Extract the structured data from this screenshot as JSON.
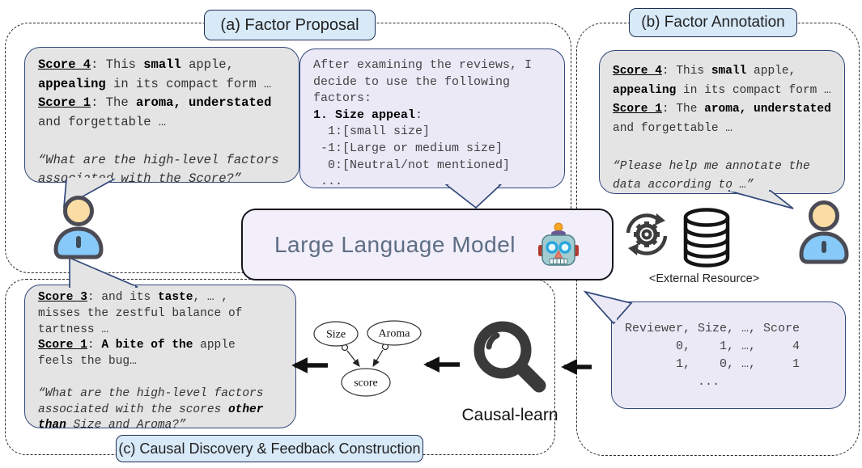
{
  "sections": {
    "a": {
      "label": "(a) Factor Proposal"
    },
    "b": {
      "label": "(b) Factor Annotation"
    },
    "c": {
      "label": "(c) Causal Discovery & Feedback Construction"
    }
  },
  "llm": {
    "title": "Large Language Model",
    "icon": "robot-emoji"
  },
  "external_resource": {
    "label": "<External Resource>",
    "icons": [
      "sync-gear-icon",
      "database-icon"
    ]
  },
  "causal_learn": {
    "label": "Causal-learn",
    "icon": "magnifier-icon"
  },
  "causal_graph": {
    "nodes": [
      "Size",
      "Aroma",
      "score"
    ],
    "edges": [
      {
        "from": "Size",
        "to": "score",
        "type": "circle-tail-arrow"
      },
      {
        "from": "Aroma",
        "to": "score",
        "type": "circle-tail-arrow"
      }
    ]
  },
  "bubbles": {
    "proposal_examples": {
      "speaker": "user",
      "lines": [
        [
          {
            "t": "Score 4",
            "b": 1,
            "u": 1
          },
          {
            "t": ": This "
          },
          {
            "t": "small",
            "b": 1
          },
          {
            "t": " apple,"
          }
        ],
        [
          {
            "t": "appealing",
            "b": 1
          },
          {
            "t": " in its compact form …"
          }
        ],
        [
          {
            "t": "Score 1",
            "b": 1,
            "u": 1
          },
          {
            "t": ": The "
          },
          {
            "t": "aroma, understated",
            "b": 1
          }
        ],
        [
          {
            "t": "and forgettable …"
          }
        ],
        [],
        [
          {
            "t": "“What are the high-level factors",
            "i": 1
          }
        ],
        [
          {
            "t": "associated with the Score?”",
            "i": 1
          }
        ]
      ]
    },
    "proposal_factors": {
      "speaker": "llm",
      "lines": [
        [
          {
            "t": "After examining the reviews, I"
          }
        ],
        [
          {
            "t": "decide to use the following"
          }
        ],
        [
          {
            "t": "factors:"
          }
        ],
        [
          {
            "t": "1. Size appeal",
            "b": 1
          },
          {
            "t": ":"
          }
        ],
        [
          {
            "t": "  1:[small size]"
          }
        ],
        [
          {
            "t": " -1:[Large or medium size]"
          }
        ],
        [
          {
            "t": "  0:[Neutral/not mentioned]"
          }
        ],
        [
          {
            "t": " ..."
          }
        ]
      ]
    },
    "annotation_examples": {
      "speaker": "user",
      "lines": [
        [
          {
            "t": "Score 4",
            "b": 1,
            "u": 1
          },
          {
            "t": ": This "
          },
          {
            "t": "small",
            "b": 1
          },
          {
            "t": " apple,"
          }
        ],
        [
          {
            "t": "appealing",
            "b": 1
          },
          {
            "t": " in its compact form …"
          }
        ],
        [
          {
            "t": "Score 1",
            "b": 1,
            "u": 1
          },
          {
            "t": ": The "
          },
          {
            "t": "aroma, understated",
            "b": 1
          }
        ],
        [
          {
            "t": "and forgettable …"
          }
        ],
        [],
        [
          {
            "t": "“Please help me annotate the",
            "i": 1
          }
        ],
        [
          {
            "t": "data according to …”",
            "i": 1
          }
        ]
      ]
    },
    "feedback_examples": {
      "speaker": "user",
      "lines": [
        [
          {
            "t": "Score 3",
            "b": 1,
            "u": 1
          },
          {
            "t": ": and its "
          },
          {
            "t": "taste",
            "b": 1
          },
          {
            "t": ", … ,"
          }
        ],
        [
          {
            "t": "misses the zestful balance of"
          }
        ],
        [
          {
            "t": "tartness …"
          }
        ],
        [
          {
            "t": "Score 1",
            "b": 1,
            "u": 1
          },
          {
            "t": ": "
          },
          {
            "t": "A bite of the",
            "b": 1
          },
          {
            "t": " apple"
          }
        ],
        [
          {
            "t": "feels the bug…"
          }
        ],
        [],
        [
          {
            "t": "“What are the high-level factors",
            "i": 1
          }
        ],
        [
          {
            "t": "associated with the scores ",
            "i": 1
          },
          {
            "t": "other",
            "b": 1,
            "i": 1
          }
        ],
        [
          {
            "t": "than",
            "b": 1,
            "i": 1
          },
          {
            "t": " Size and Aroma?”",
            "i": 1
          }
        ]
      ]
    },
    "annotated_data": {
      "speaker": "llm",
      "lines": [
        [
          {
            "t": "Reviewer, Size, …, Score"
          }
        ],
        [
          {
            "t": "       0,    1, …,     4"
          }
        ],
        [
          {
            "t": "       1,    0, …,     1"
          }
        ],
        [
          {
            "t": "          ..."
          }
        ]
      ]
    }
  },
  "colors": {
    "bubble_gray": "#e4e4e4",
    "bubble_purple": "#ece9f7",
    "bubble_border": "#30487a",
    "label_blue": "#d8e9f8",
    "label_border": "#1d2f52",
    "llm_fill": "#f2eefa",
    "llm_border": "#15151e",
    "llm_text": "#5d6e84",
    "dashed_border": "#2b2b2b",
    "icon_dark": "#3d3d3d"
  }
}
